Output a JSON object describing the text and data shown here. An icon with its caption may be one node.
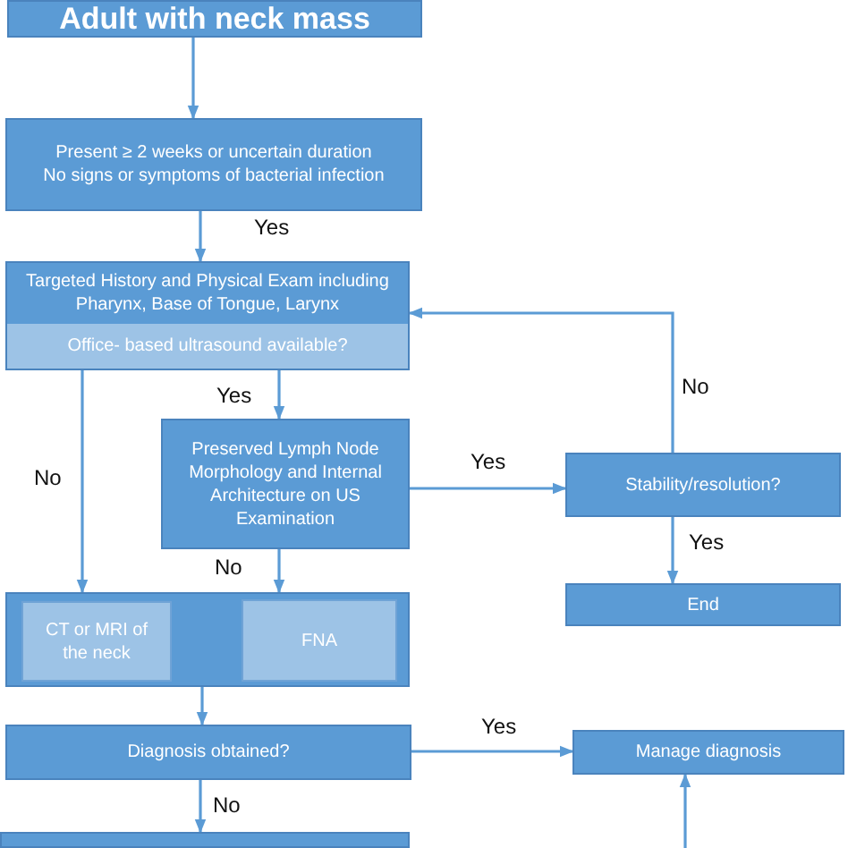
{
  "diagram": {
    "nodes": [
      {
        "text": [
          "Adult with neck mass"
        ]
      },
      {
        "text": [
          "Present ≥ 2 weeks or uncertain duration",
          "No signs or symptoms of bacterial infection"
        ]
      },
      {
        "text": [
          "Targeted History and Physical Exam including Pharynx, Base of Tongue, Larynx"
        ]
      },
      {
        "text": [
          "Office- based ultrasound available?"
        ],
        "in": 2
      },
      {
        "text": [
          "Preserved Lymph Node Morphology and Internal Architecture on US Examination"
        ]
      },
      {
        "text": [
          "Stability/resolution?"
        ]
      },
      {
        "text": [
          "End"
        ]
      },
      {
        "text": [],
        "shape": "box"
      },
      {
        "text": [
          "CT or MRI of the neck"
        ],
        "in": 7
      },
      {
        "text": [
          "FNA"
        ],
        "in": 7
      },
      {
        "text": [
          "Diagnosis obtained?"
        ]
      },
      {
        "text": [
          "Manage diagnosis"
        ]
      },
      {
        "text": [],
        "shape": "box"
      }
    ],
    "edges": [
      {
        "from": 0,
        "to": 1,
        "arrow": "to"
      },
      {
        "from": 1,
        "to": 2,
        "arrow": "to",
        "label": "Yes"
      },
      {
        "from": 3,
        "to": 7,
        "arrow": "to",
        "label": "No"
      },
      {
        "from": 3,
        "to": 4,
        "arrow": "to",
        "label": "Yes"
      },
      {
        "from": 4,
        "to": 5,
        "arrow": "to",
        "label": "Yes"
      },
      {
        "from": 5,
        "to": 2,
        "arrow": "to",
        "label": "No"
      },
      {
        "from": 5,
        "to": 6,
        "arrow": "to",
        "label": "Yes"
      },
      {
        "from": 4,
        "to": 7,
        "arrow": "to",
        "label": "No"
      },
      {
        "from": 7,
        "to": 10,
        "arrow": "to"
      },
      {
        "from": 10,
        "to": 11,
        "arrow": "to",
        "label": "Yes"
      },
      {
        "from": 10,
        "to": 12,
        "arrow": "to",
        "label": "No"
      },
      {
        "from": null,
        "to": 11,
        "arrow": "to"
      }
    ]
  }
}
